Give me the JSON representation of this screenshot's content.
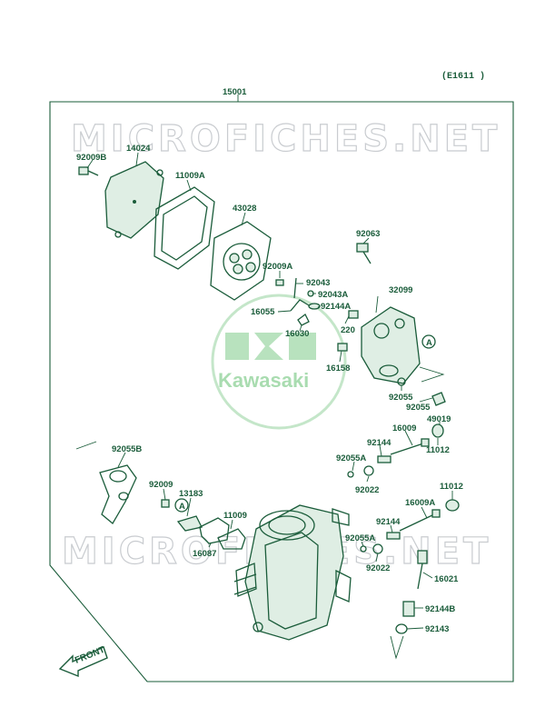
{
  "diagram": {
    "code": "(E1611 )",
    "assembly_number": "15001",
    "watermark": "MICROFICHES.NET",
    "logo_text": "Kawasaki",
    "front_label": "FRONT",
    "callout_letter": "A",
    "parts": [
      {
        "number": "92009B"
      },
      {
        "number": "14024"
      },
      {
        "number": "11009A"
      },
      {
        "number": "43028"
      },
      {
        "number": "92063"
      },
      {
        "number": "92009A"
      },
      {
        "number": "92043"
      },
      {
        "number": "92043A"
      },
      {
        "number": "32099"
      },
      {
        "number": "16055"
      },
      {
        "number": "92144A"
      },
      {
        "number": "220"
      },
      {
        "number": "16030"
      },
      {
        "number": "16158"
      },
      {
        "number": "92055"
      },
      {
        "number": "92055"
      },
      {
        "number": "49019"
      },
      {
        "number": "16009"
      },
      {
        "number": "92144"
      },
      {
        "number": "11012"
      },
      {
        "number": "92055B"
      },
      {
        "number": "92055A"
      },
      {
        "number": "92022"
      },
      {
        "number": "92009"
      },
      {
        "number": "13183"
      },
      {
        "number": "11012"
      },
      {
        "number": "16009A"
      },
      {
        "number": "11009"
      },
      {
        "number": "16087"
      },
      {
        "number": "92144"
      },
      {
        "number": "92055A"
      },
      {
        "number": "92022"
      },
      {
        "number": "16021"
      },
      {
        "number": "92144B"
      },
      {
        "number": "92143"
      }
    ]
  }
}
